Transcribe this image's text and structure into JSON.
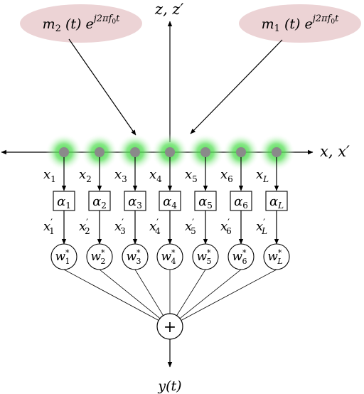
{
  "sources": [
    {
      "id": "m2",
      "var": "m",
      "sub": "2",
      "arg": " (t) e",
      "exp": "j2πf",
      "exp_sub": "0",
      "exp_tail": "t",
      "fill": "#ecd3d5"
    },
    {
      "id": "m1",
      "var": "m",
      "sub": "1",
      "arg": " (t) e",
      "exp": "j2πf",
      "exp_sub": "0",
      "exp_tail": "t",
      "fill": "#ecd3d5"
    }
  ],
  "axes": {
    "horizontal": "x, x′",
    "vertical": "z, z′"
  },
  "elements": [
    {
      "x_sub": "1",
      "alpha_sub": "1",
      "w_sub": "1"
    },
    {
      "x_sub": "2",
      "alpha_sub": "2",
      "w_sub": "2"
    },
    {
      "x_sub": "3",
      "alpha_sub": "3",
      "w_sub": "3"
    },
    {
      "x_sub": "4",
      "alpha_sub": "4",
      "w_sub": "4"
    },
    {
      "x_sub": "5",
      "alpha_sub": "5",
      "w_sub": "5"
    },
    {
      "x_sub": "6",
      "alpha_sub": "6",
      "w_sub": "6"
    },
    {
      "x_sub": "L",
      "alpha_sub": "L",
      "w_sub": "L"
    }
  ],
  "symbols": {
    "x": "x",
    "prime": "′",
    "alpha": "α",
    "w": "w",
    "star": "*",
    "sum": "+"
  },
  "output": "y(t)",
  "colors": {
    "glow": "#3ed43e",
    "sensor": "#8a8a8a",
    "source_fill": "#ecd3d5"
  }
}
